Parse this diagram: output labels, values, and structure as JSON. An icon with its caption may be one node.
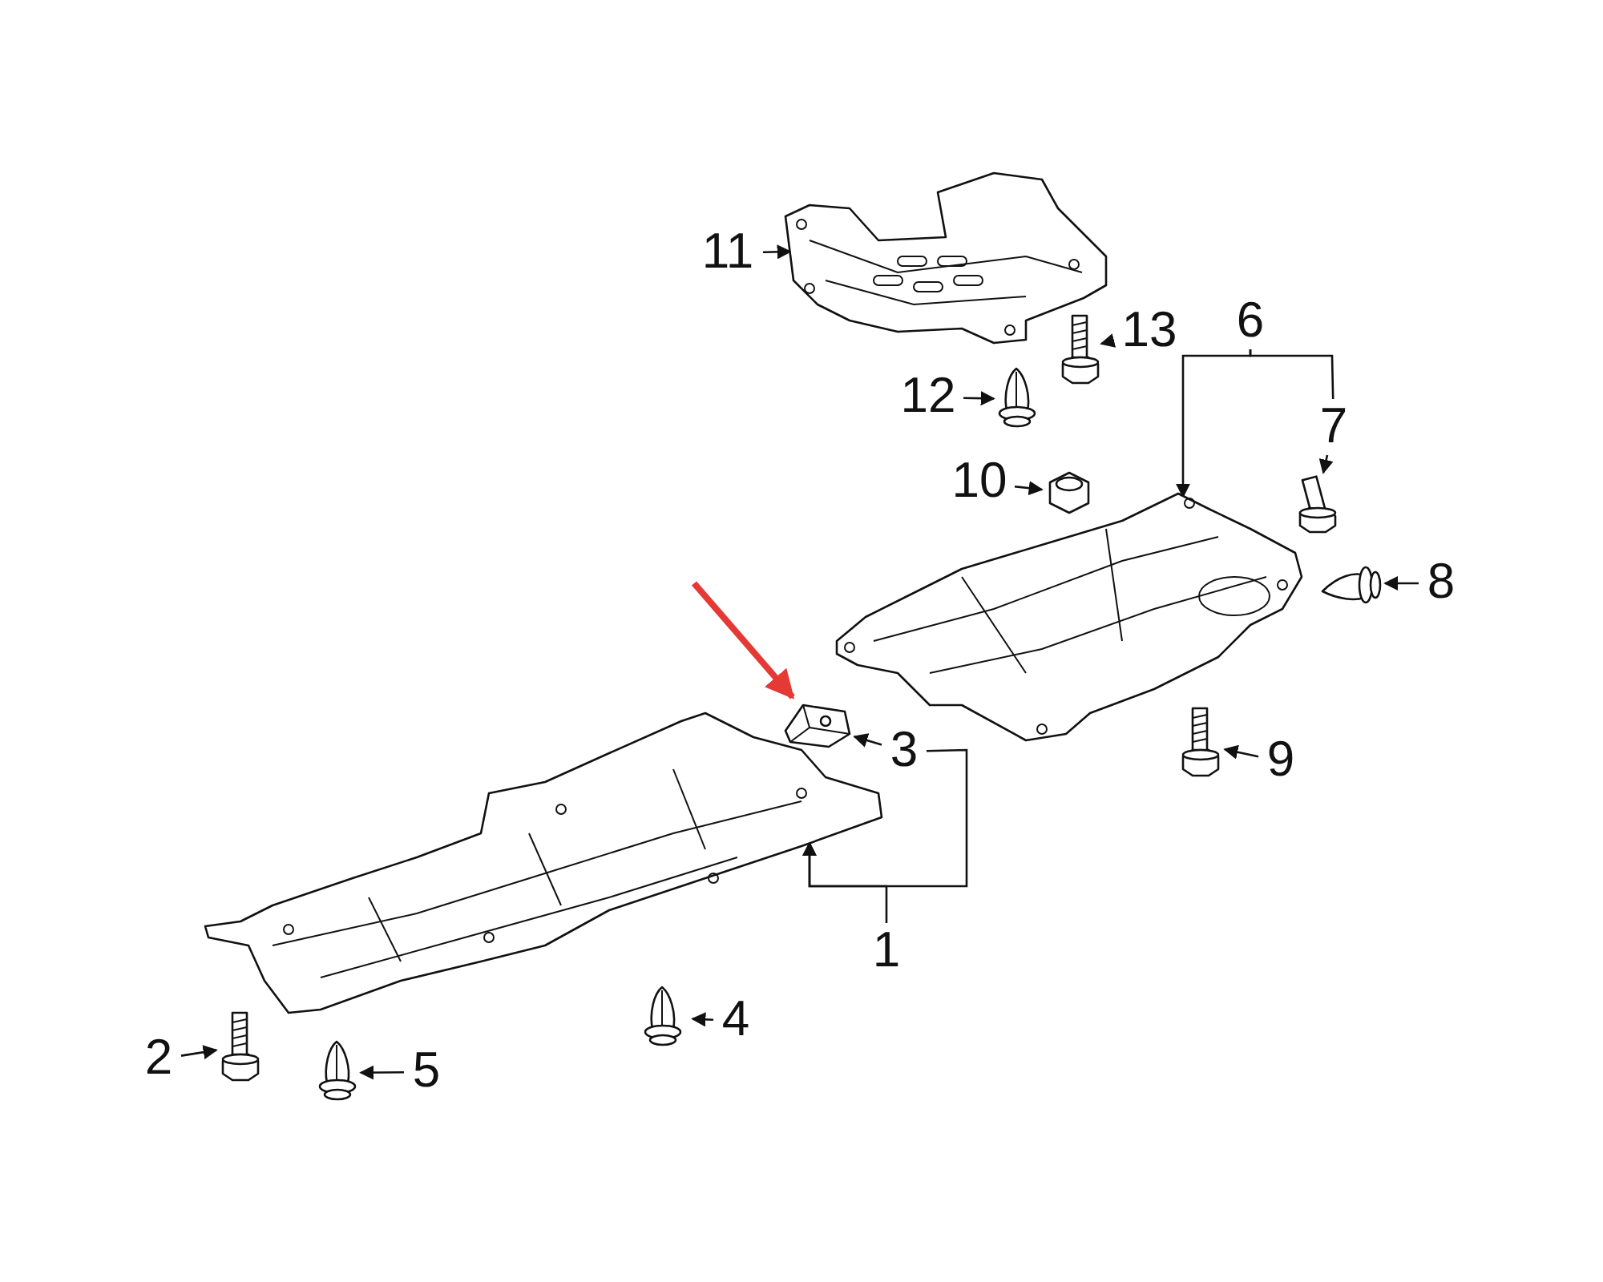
{
  "diagram": {
    "nodes": [
      {
        "text": [
          "11"
        ]
      },
      {
        "text": [],
        "shape": "picture"
      },
      {
        "text": [
          "13"
        ]
      },
      {
        "text": [],
        "shape": "picture"
      },
      {
        "text": [
          "6"
        ]
      },
      {
        "text": [
          "12"
        ]
      },
      {
        "text": [],
        "shape": "picture"
      },
      {
        "text": [
          "7"
        ]
      },
      {
        "text": [],
        "shape": "picture"
      },
      {
        "text": [
          "10"
        ]
      },
      {
        "text": [],
        "shape": "picture"
      },
      {
        "text": [],
        "shape": "picture"
      },
      {
        "text": [
          "8"
        ]
      },
      {
        "text": [],
        "shape": "picture"
      },
      {
        "text": [],
        "shape": "picture"
      },
      {
        "text": [
          "3"
        ]
      },
      {
        "text": [
          "9"
        ]
      },
      {
        "text": [],
        "shape": "picture"
      },
      {
        "text": [],
        "shape": "picture"
      },
      {
        "text": [
          "1"
        ]
      },
      {
        "text": [
          "4"
        ]
      },
      {
        "text": [],
        "shape": "picture"
      },
      {
        "text": [
          "2"
        ]
      },
      {
        "text": [],
        "shape": "picture"
      },
      {
        "text": [
          "5"
        ]
      },
      {
        "text": [],
        "shape": "picture"
      }
    ],
    "edges": [
      {
        "from": 0,
        "to": 1,
        "arrow": "to"
      },
      {
        "from": 2,
        "to": 3,
        "arrow": "to"
      },
      {
        "from": 5,
        "to": 6,
        "arrow": "to"
      },
      {
        "from": 4,
        "to": 11,
        "arrow": "to"
      },
      {
        "from": 4,
        "to": 7,
        "arrow": "none"
      },
      {
        "from": 7,
        "to": 8,
        "arrow": "to"
      },
      {
        "from": 9,
        "to": 10,
        "arrow": "to"
      },
      {
        "from": 12,
        "to": 13,
        "arrow": "to"
      },
      {
        "from": 15,
        "to": 14,
        "arrow": "to"
      },
      {
        "from": 15,
        "to": 18,
        "arrow": "to"
      },
      {
        "from": 19,
        "to": 18,
        "arrow": "to"
      },
      {
        "from": 16,
        "to": 17,
        "arrow": "to"
      },
      {
        "from": 20,
        "to": 21,
        "arrow": "to"
      },
      {
        "from": 22,
        "to": 23,
        "arrow": "to"
      },
      {
        "from": 24,
        "to": 25,
        "arrow": "to"
      },
      {
        "from": null,
        "to": 14,
        "arrow": "to",
        "style": "thick",
        "color": "#e53935"
      }
    ]
  }
}
